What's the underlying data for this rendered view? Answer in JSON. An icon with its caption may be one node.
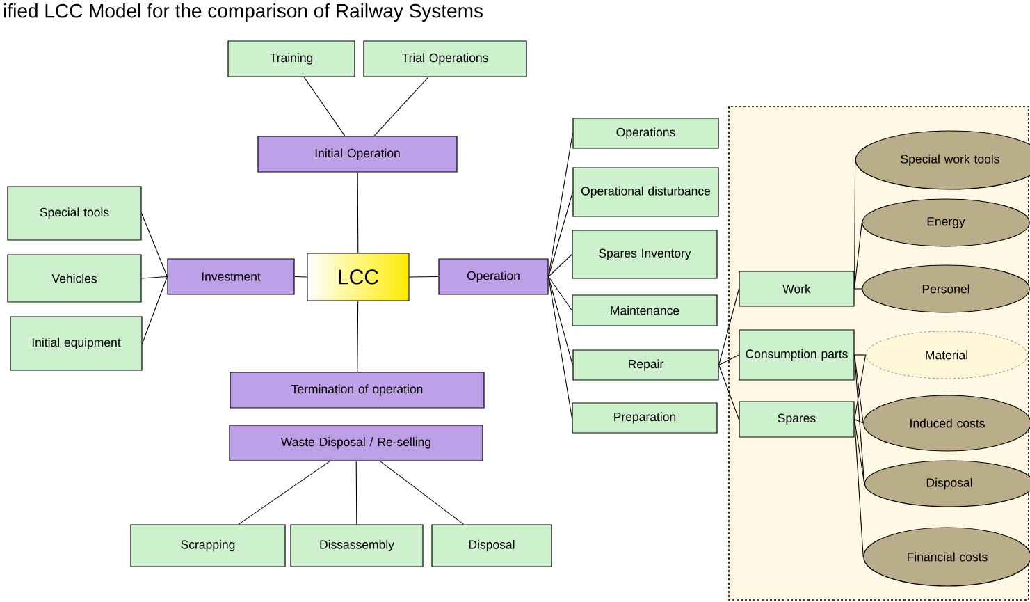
{
  "diagram": {
    "title": "ified LCC Model for the comparison of Railway Systems",
    "nodes": [
      {
        "text": [
          "LCC"
        ]
      },
      {
        "text": [
          "Investment"
        ]
      },
      {
        "text": [
          "Special tools"
        ]
      },
      {
        "text": [
          "Vehicles"
        ]
      },
      {
        "text": [
          "Initial equipment"
        ]
      },
      {
        "text": [
          "Initial Operation"
        ]
      },
      {
        "text": [
          "Training"
        ]
      },
      {
        "text": [
          "Trial Operations"
        ]
      },
      {
        "text": [
          "Operation"
        ]
      },
      {
        "text": [
          "Operations"
        ]
      },
      {
        "text": [
          "Operational disturbance"
        ]
      },
      {
        "text": [
          "Spares Inventory"
        ]
      },
      {
        "text": [
          "Maintenance"
        ]
      },
      {
        "text": [
          "Repair"
        ]
      },
      {
        "text": [
          "Preparation"
        ]
      },
      {
        "text": [
          "Work"
        ]
      },
      {
        "text": [
          "Consumption parts"
        ]
      },
      {
        "text": [
          "Spares"
        ]
      },
      {
        "text": [
          "Special work tools"
        ]
      },
      {
        "text": [
          "Energy"
        ]
      },
      {
        "text": [
          "Personel"
        ]
      },
      {
        "text": [
          "Material"
        ]
      },
      {
        "text": [
          "Induced costs"
        ]
      },
      {
        "text": [
          "Disposal"
        ]
      },
      {
        "text": [
          "Financial costs"
        ]
      },
      {
        "text": [
          "Termination of operation"
        ]
      },
      {
        "text": [
          "Waste Disposal / Re-selling"
        ]
      },
      {
        "text": [
          "Scrapping"
        ]
      },
      {
        "text": [
          "Dissassembly"
        ]
      },
      {
        "text": [
          "Disposal"
        ]
      }
    ],
    "edges": [
      {
        "from": 0,
        "to": 1,
        "arrow": "none"
      },
      {
        "from": 0,
        "to": 8,
        "arrow": "none"
      },
      {
        "from": 0,
        "to": 5,
        "arrow": "none"
      },
      {
        "from": 0,
        "to": 25,
        "arrow": "none"
      },
      {
        "from": 1,
        "to": 2,
        "arrow": "none"
      },
      {
        "from": 1,
        "to": 3,
        "arrow": "none"
      },
      {
        "from": 1,
        "to": 4,
        "arrow": "none"
      },
      {
        "from": 5,
        "to": 6,
        "arrow": "none"
      },
      {
        "from": 5,
        "to": 7,
        "arrow": "none"
      },
      {
        "from": 8,
        "to": 9,
        "arrow": "none"
      },
      {
        "from": 8,
        "to": 10,
        "arrow": "none"
      },
      {
        "from": 8,
        "to": 11,
        "arrow": "none"
      },
      {
        "from": 8,
        "to": 12,
        "arrow": "none"
      },
      {
        "from": 8,
        "to": 13,
        "arrow": "none"
      },
      {
        "from": 8,
        "to": 14,
        "arrow": "none"
      },
      {
        "from": 13,
        "to": 15,
        "arrow": "none"
      },
      {
        "from": 13,
        "to": 16,
        "arrow": "none"
      },
      {
        "from": 13,
        "to": 17,
        "arrow": "none"
      },
      {
        "from": 15,
        "to": 18,
        "arrow": "none"
      },
      {
        "from": 15,
        "to": 19,
        "arrow": "none"
      },
      {
        "from": 15,
        "to": 20,
        "arrow": "none"
      },
      {
        "from": 16,
        "to": 21,
        "arrow": "none"
      },
      {
        "from": 16,
        "to": 22,
        "arrow": "none"
      },
      {
        "from": 16,
        "to": 23,
        "arrow": "none"
      },
      {
        "from": 17,
        "to": 21,
        "arrow": "none"
      },
      {
        "from": 17,
        "to": 22,
        "arrow": "none"
      },
      {
        "from": 17,
        "to": 23,
        "arrow": "none"
      },
      {
        "from": 17,
        "to": 24,
        "arrow": "none"
      },
      {
        "from": 26,
        "to": 27,
        "arrow": "none"
      },
      {
        "from": 26,
        "to": 28,
        "arrow": "none"
      },
      {
        "from": 26,
        "to": 29,
        "arrow": "none"
      }
    ]
  }
}
